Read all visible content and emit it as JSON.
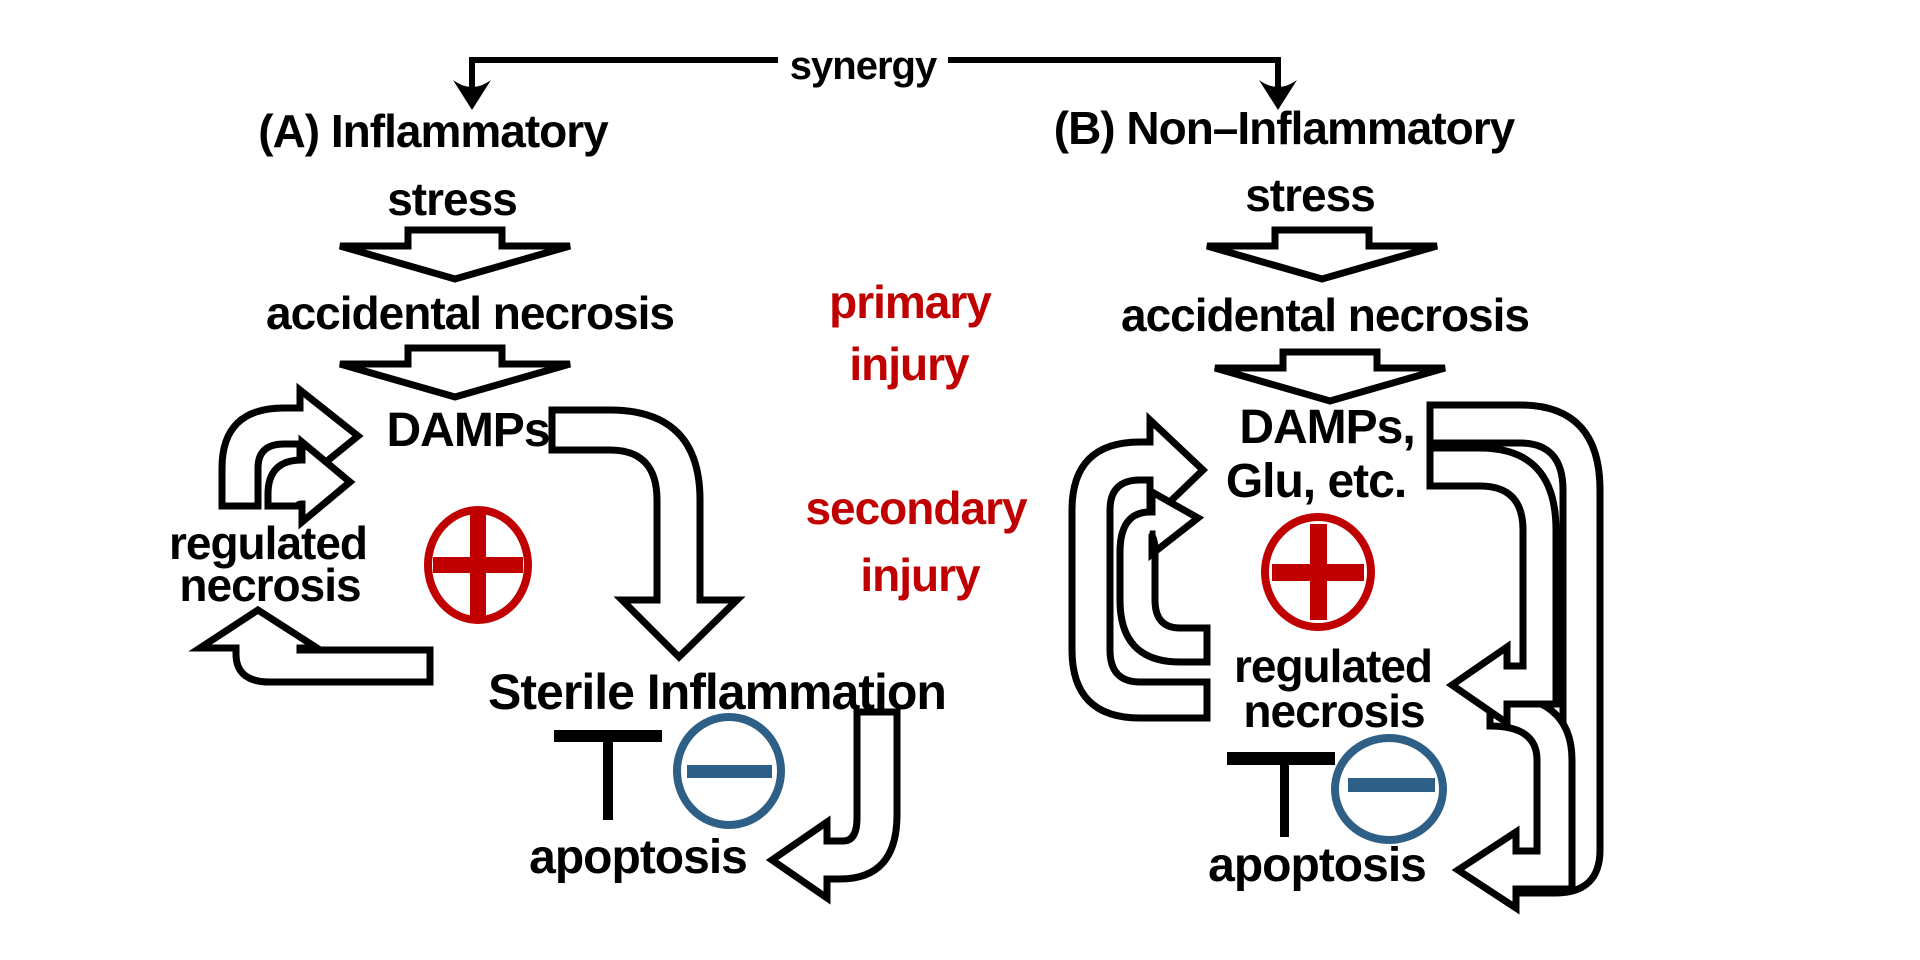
{
  "colors": {
    "background": "#ffffff",
    "black": "#000000",
    "red": "#c00000",
    "blue": "#2e5f87"
  },
  "top": {
    "synergy_label": "synergy"
  },
  "middle": {
    "primary_line1": "primary",
    "primary_line2": "injury",
    "secondary_line1": "secondary",
    "secondary_line2": "injury"
  },
  "panel_a": {
    "title_line1": "(A) Inflammatory",
    "title_line2": "stress",
    "accidental_necrosis": "accidental necrosis",
    "damps": "DAMPs",
    "regulated_line1": "regulated",
    "regulated_line2": "necrosis",
    "sterile_inflammation": "Sterile Inflammation",
    "apoptosis": "apoptosis"
  },
  "panel_b": {
    "title_line1": "(B) Non–Inflammatory",
    "title_line2": "stress",
    "accidental_necrosis": "accidental necrosis",
    "damps_line1": "DAMPs,",
    "damps_line2": "Glu, etc.",
    "regulated_line1": "regulated",
    "regulated_line2": "necrosis",
    "apoptosis": "apoptosis"
  },
  "icons": {
    "plus_circle": "positive-feedback",
    "minus_circle": "negative-regulation",
    "inhibition_bar": "inhibition-t-bar"
  }
}
